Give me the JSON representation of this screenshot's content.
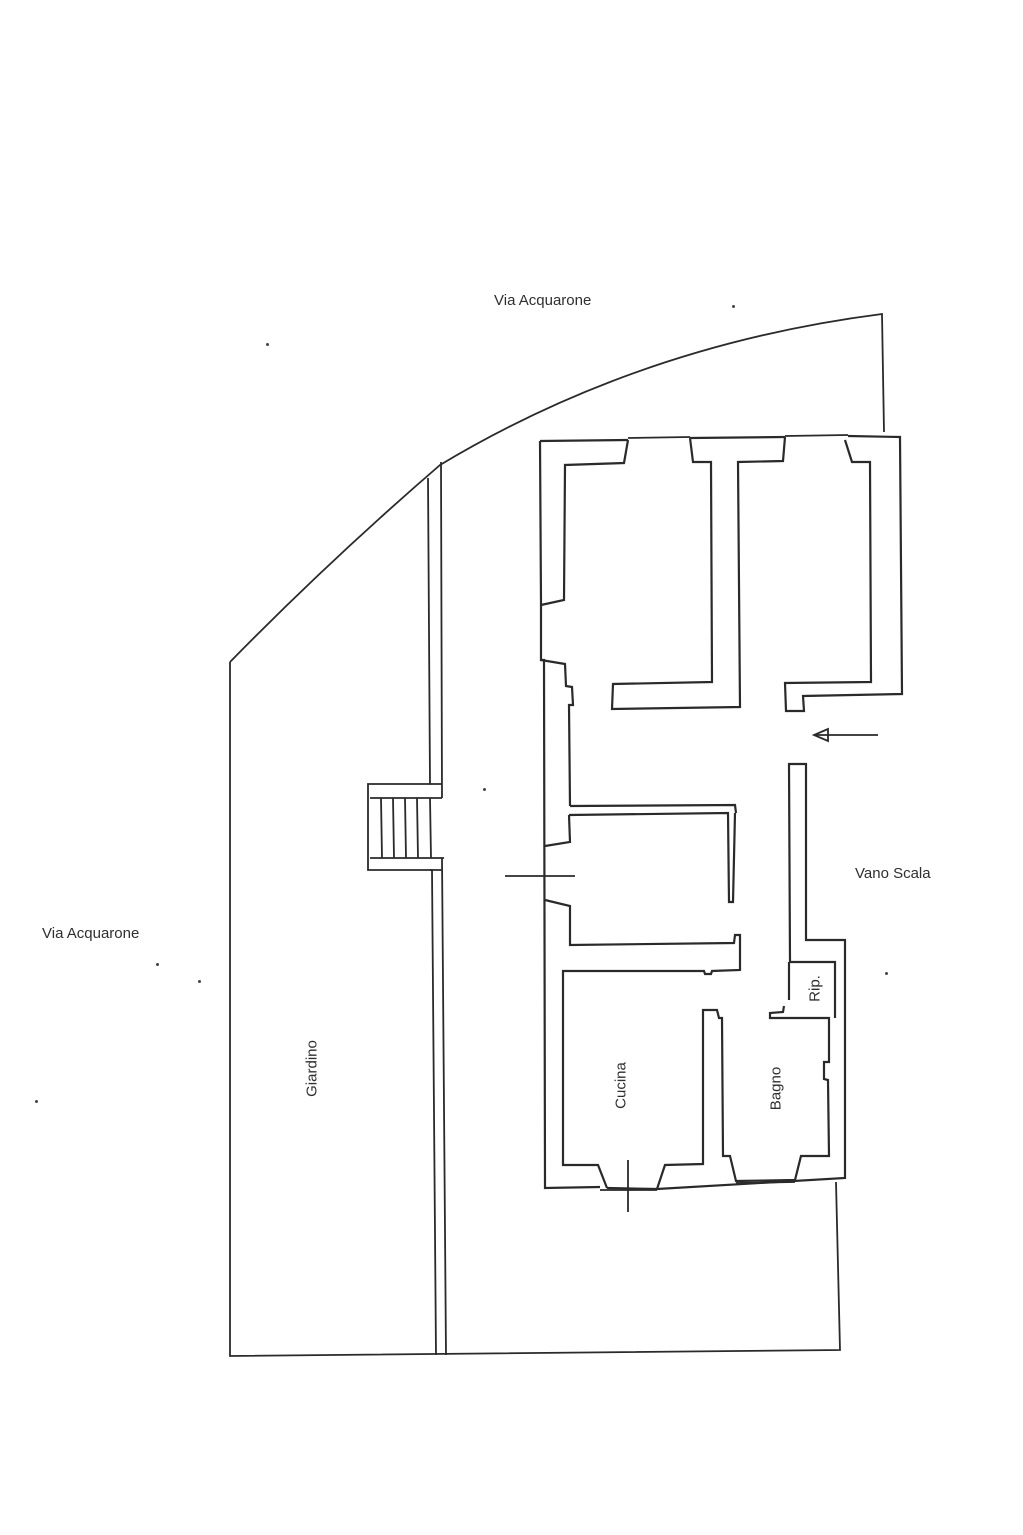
{
  "plan": {
    "labels": {
      "street_top": "Via Acquarone",
      "street_left": "Via Acquarone",
      "garden": "Giardino",
      "stairwell": "Vano Scala",
      "kitchen": "Cucina",
      "bathroom": "Bagno",
      "storage": "Rip."
    },
    "symbols": {
      "entrance_arrow": "arrow-left",
      "stairs": "exterior-steps"
    },
    "colors": {
      "line": "#2a2a2a",
      "text": "#2f2f2f",
      "background": "#ffffff"
    }
  }
}
